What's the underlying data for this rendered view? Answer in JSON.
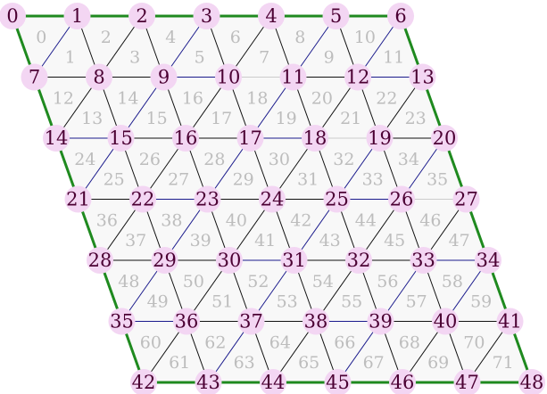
{
  "grid": {
    "cols": 7,
    "rows": 7
  },
  "colors": {
    "fill": "#f8f8f8",
    "boundary": "#1f8a1f",
    "edge_black": "#111111",
    "edge_blue": "#1a1a8c",
    "edge_light": "#cccccc",
    "vertex_dot": "#f3d6f3",
    "vertex_text": "#4b0033",
    "triangle_text": "#bdbdbd"
  },
  "vertices": [
    {
      "id": 0,
      "label": "0"
    },
    {
      "id": 1,
      "label": "1"
    },
    {
      "id": 2,
      "label": "2"
    },
    {
      "id": 3,
      "label": "3"
    },
    {
      "id": 4,
      "label": "4"
    },
    {
      "id": 5,
      "label": "5"
    },
    {
      "id": 6,
      "label": "6"
    },
    {
      "id": 7,
      "label": "7"
    },
    {
      "id": 8,
      "label": "8"
    },
    {
      "id": 9,
      "label": "9"
    },
    {
      "id": 10,
      "label": "10"
    },
    {
      "id": 11,
      "label": "11"
    },
    {
      "id": 12,
      "label": "12"
    },
    {
      "id": 13,
      "label": "13"
    },
    {
      "id": 14,
      "label": "14"
    },
    {
      "id": 15,
      "label": "15"
    },
    {
      "id": 16,
      "label": "16"
    },
    {
      "id": 17,
      "label": "17"
    },
    {
      "id": 18,
      "label": "18"
    },
    {
      "id": 19,
      "label": "19"
    },
    {
      "id": 20,
      "label": "20"
    },
    {
      "id": 21,
      "label": "21"
    },
    {
      "id": 22,
      "label": "22"
    },
    {
      "id": 23,
      "label": "23"
    },
    {
      "id": 24,
      "label": "24"
    },
    {
      "id": 25,
      "label": "25"
    },
    {
      "id": 26,
      "label": "26"
    },
    {
      "id": 27,
      "label": "27"
    },
    {
      "id": 28,
      "label": "28"
    },
    {
      "id": 29,
      "label": "29"
    },
    {
      "id": 30,
      "label": "30"
    },
    {
      "id": 31,
      "label": "31"
    },
    {
      "id": 32,
      "label": "32"
    },
    {
      "id": 33,
      "label": "33"
    },
    {
      "id": 34,
      "label": "34"
    },
    {
      "id": 35,
      "label": "35"
    },
    {
      "id": 36,
      "label": "36"
    },
    {
      "id": 37,
      "label": "37"
    },
    {
      "id": 38,
      "label": "38"
    },
    {
      "id": 39,
      "label": "39"
    },
    {
      "id": 40,
      "label": "40"
    },
    {
      "id": 41,
      "label": "41"
    },
    {
      "id": 42,
      "label": "42"
    },
    {
      "id": 43,
      "label": "43"
    },
    {
      "id": 44,
      "label": "44"
    },
    {
      "id": 45,
      "label": "45"
    },
    {
      "id": 46,
      "label": "46"
    },
    {
      "id": 47,
      "label": "47"
    },
    {
      "id": 48,
      "label": "48"
    }
  ],
  "triangles": [
    {
      "id": 0,
      "label": "0"
    },
    {
      "id": 1,
      "label": "1"
    },
    {
      "id": 2,
      "label": "2"
    },
    {
      "id": 3,
      "label": "3"
    },
    {
      "id": 4,
      "label": "4"
    },
    {
      "id": 5,
      "label": "5"
    },
    {
      "id": 6,
      "label": "6"
    },
    {
      "id": 7,
      "label": "7"
    },
    {
      "id": 8,
      "label": "8"
    },
    {
      "id": 9,
      "label": "9"
    },
    {
      "id": 10,
      "label": "10"
    },
    {
      "id": 11,
      "label": "11"
    },
    {
      "id": 12,
      "label": "12"
    },
    {
      "id": 13,
      "label": "13"
    },
    {
      "id": 14,
      "label": "14"
    },
    {
      "id": 15,
      "label": "15"
    },
    {
      "id": 16,
      "label": "16"
    },
    {
      "id": 17,
      "label": "17"
    },
    {
      "id": 18,
      "label": "18"
    },
    {
      "id": 19,
      "label": "19"
    },
    {
      "id": 20,
      "label": "20"
    },
    {
      "id": 21,
      "label": "21"
    },
    {
      "id": 22,
      "label": "22"
    },
    {
      "id": 23,
      "label": "23"
    },
    {
      "id": 24,
      "label": "24"
    },
    {
      "id": 25,
      "label": "25"
    },
    {
      "id": 26,
      "label": "26"
    },
    {
      "id": 27,
      "label": "27"
    },
    {
      "id": 28,
      "label": "28"
    },
    {
      "id": 29,
      "label": "29"
    },
    {
      "id": 30,
      "label": "30"
    },
    {
      "id": 31,
      "label": "31"
    },
    {
      "id": 32,
      "label": "32"
    },
    {
      "id": 33,
      "label": "33"
    },
    {
      "id": 34,
      "label": "34"
    },
    {
      "id": 35,
      "label": "35"
    },
    {
      "id": 36,
      "label": "36"
    },
    {
      "id": 37,
      "label": "37"
    },
    {
      "id": 38,
      "label": "38"
    },
    {
      "id": 39,
      "label": "39"
    },
    {
      "id": 40,
      "label": "40"
    },
    {
      "id": 41,
      "label": "41"
    },
    {
      "id": 42,
      "label": "42"
    },
    {
      "id": 43,
      "label": "43"
    },
    {
      "id": 44,
      "label": "44"
    },
    {
      "id": 45,
      "label": "45"
    },
    {
      "id": 46,
      "label": "46"
    },
    {
      "id": 47,
      "label": "47"
    },
    {
      "id": 48,
      "label": "48"
    },
    {
      "id": 49,
      "label": "49"
    },
    {
      "id": 50,
      "label": "50"
    },
    {
      "id": 51,
      "label": "51"
    },
    {
      "id": 52,
      "label": "52"
    },
    {
      "id": 53,
      "label": "53"
    },
    {
      "id": 54,
      "label": "54"
    },
    {
      "id": 55,
      "label": "55"
    },
    {
      "id": 56,
      "label": "56"
    },
    {
      "id": 57,
      "label": "57"
    },
    {
      "id": 58,
      "label": "58"
    },
    {
      "id": 59,
      "label": "59"
    },
    {
      "id": 60,
      "label": "60"
    },
    {
      "id": 61,
      "label": "61"
    },
    {
      "id": 62,
      "label": "62"
    },
    {
      "id": 63,
      "label": "63"
    },
    {
      "id": 64,
      "label": "64"
    },
    {
      "id": 65,
      "label": "65"
    },
    {
      "id": 66,
      "label": "66"
    },
    {
      "id": 67,
      "label": "67"
    },
    {
      "id": 68,
      "label": "68"
    },
    {
      "id": 69,
      "label": "69"
    },
    {
      "id": 70,
      "label": "70"
    },
    {
      "id": 71,
      "label": "71"
    }
  ]
}
